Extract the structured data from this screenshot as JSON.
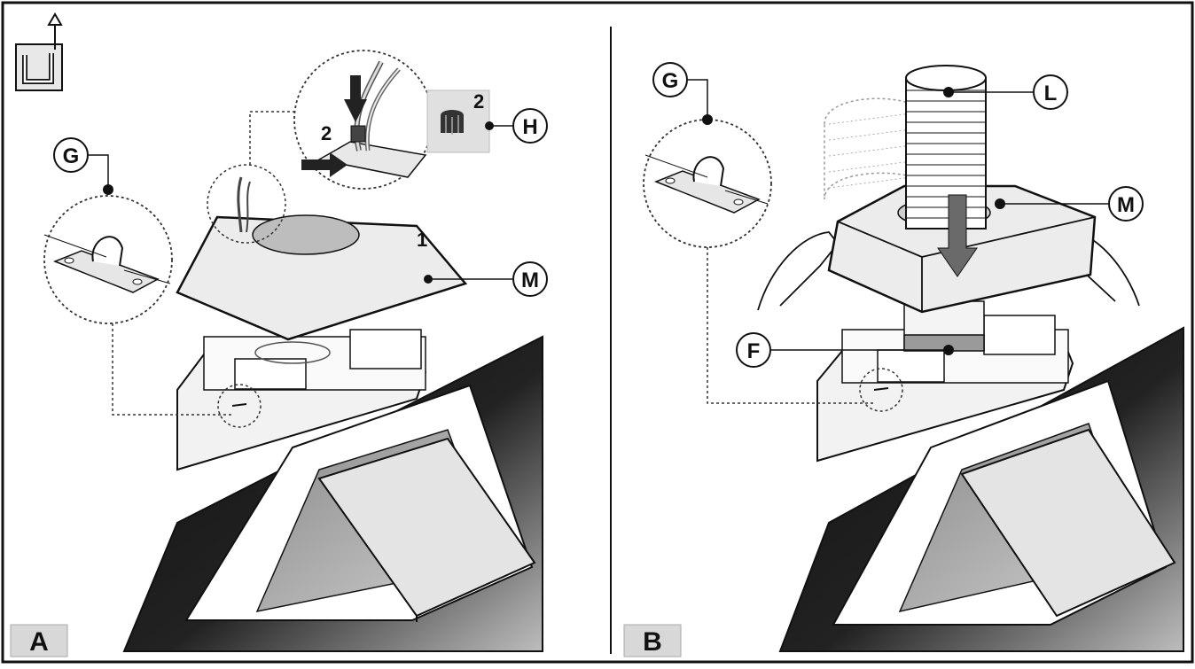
{
  "panels": [
    {
      "id": "A",
      "label": "A",
      "callouts": {
        "G": "G",
        "H": "H",
        "M": "M"
      },
      "steps": {
        "one": "1",
        "two": "2",
        "h_qty": "2"
      }
    },
    {
      "id": "B",
      "label": "B",
      "callouts": {
        "G": "G",
        "L": "L",
        "M": "M",
        "F": "F"
      }
    }
  ],
  "icons": [
    "ducting-symbol-icon",
    "cable-clamp-icon",
    "grommet-icon"
  ],
  "colors": {
    "line": "#111111",
    "light_gray": "#d9d9d9",
    "mid_gray": "#a8a8a8",
    "dark": "#1a1a1a",
    "bg": "#ffffff"
  }
}
